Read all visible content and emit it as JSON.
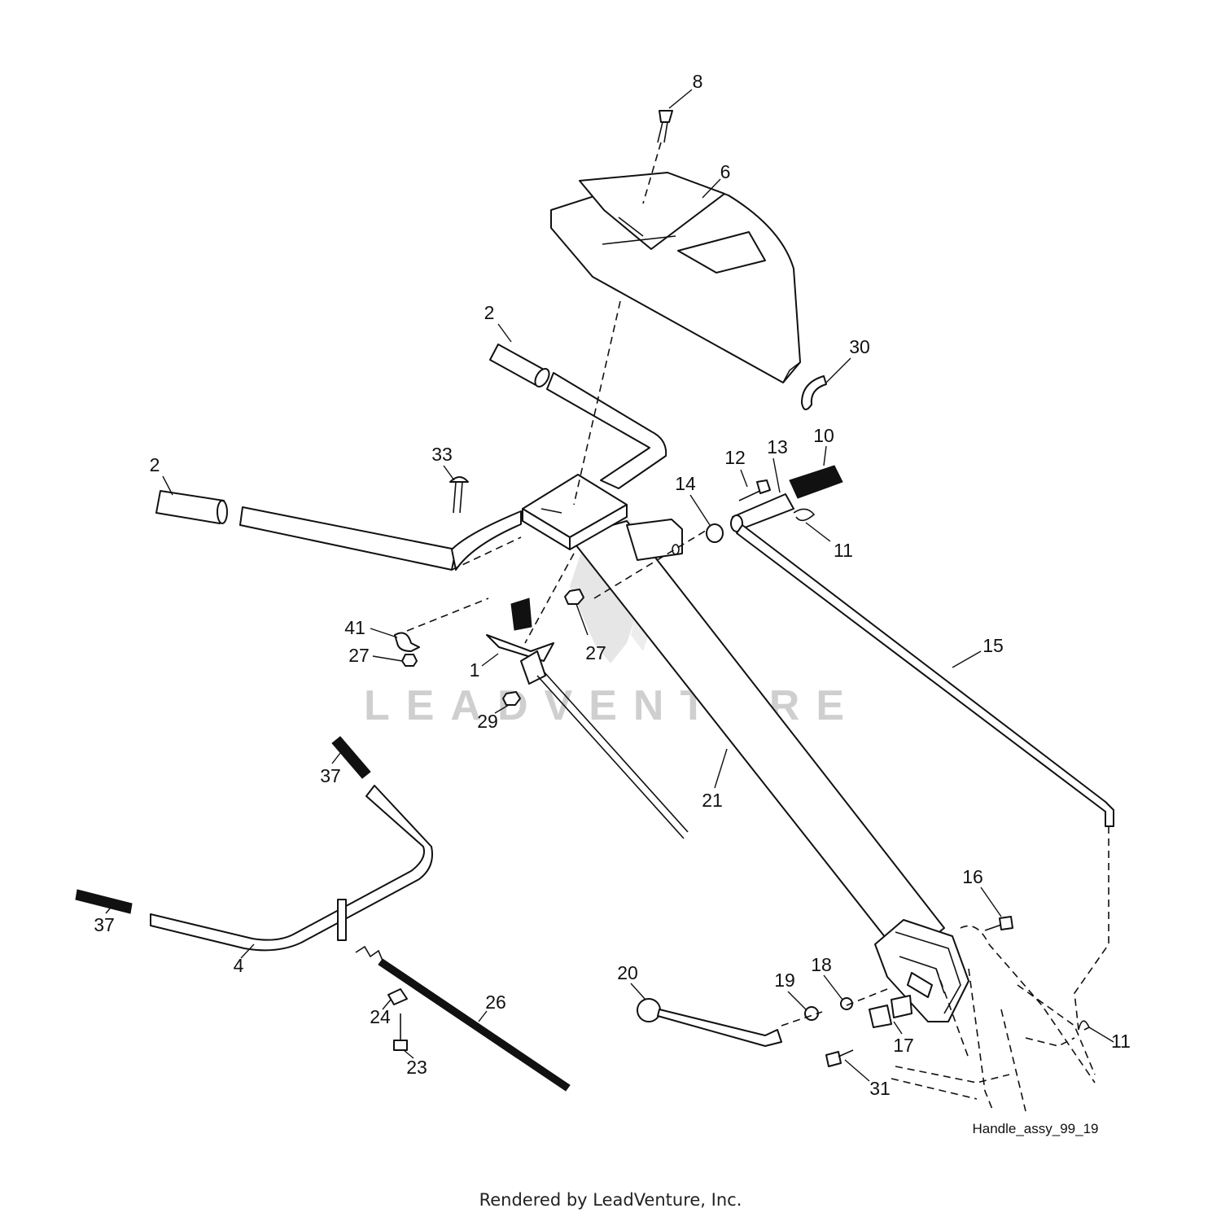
{
  "diagram": {
    "caption": "Handle_assy_99_19",
    "footer": "Rendered by LeadVenture, Inc.",
    "watermark": "LEADVENTURE",
    "callouts": [
      {
        "id": "c8",
        "label": "8"
      },
      {
        "id": "c6",
        "label": "6"
      },
      {
        "id": "c2a",
        "label": "2"
      },
      {
        "id": "c30",
        "label": "30"
      },
      {
        "id": "c2b",
        "label": "2"
      },
      {
        "id": "c33",
        "label": "33"
      },
      {
        "id": "c12",
        "label": "12"
      },
      {
        "id": "c13",
        "label": "13"
      },
      {
        "id": "c10",
        "label": "10"
      },
      {
        "id": "c14",
        "label": "14"
      },
      {
        "id": "c11a",
        "label": "11"
      },
      {
        "id": "c41",
        "label": "41"
      },
      {
        "id": "c27a",
        "label": "27"
      },
      {
        "id": "c27b",
        "label": "27"
      },
      {
        "id": "c1",
        "label": "1"
      },
      {
        "id": "c15",
        "label": "15"
      },
      {
        "id": "c29",
        "label": "29"
      },
      {
        "id": "c37a",
        "label": "37"
      },
      {
        "id": "c21",
        "label": "21"
      },
      {
        "id": "c37b",
        "label": "37"
      },
      {
        "id": "c16",
        "label": "16"
      },
      {
        "id": "c4",
        "label": "4"
      },
      {
        "id": "c20",
        "label": "20"
      },
      {
        "id": "c19",
        "label": "19"
      },
      {
        "id": "c18",
        "label": "18"
      },
      {
        "id": "c26",
        "label": "26"
      },
      {
        "id": "c24",
        "label": "24"
      },
      {
        "id": "c17",
        "label": "17"
      },
      {
        "id": "c11b",
        "label": "11"
      },
      {
        "id": "c23",
        "label": "23"
      },
      {
        "id": "c31",
        "label": "31"
      }
    ]
  }
}
